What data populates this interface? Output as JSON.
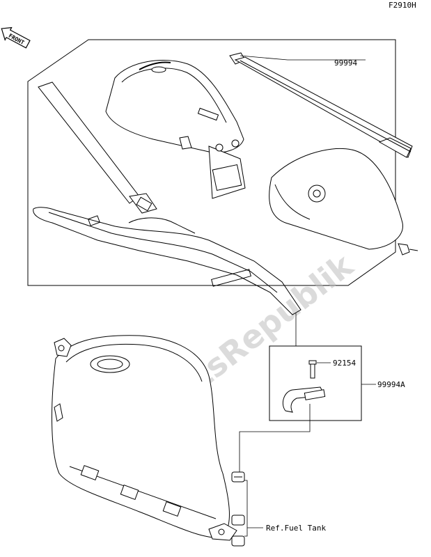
{
  "diagram_code": "F2910H",
  "front_badge": "FRONT",
  "watermark": "PartsRepublik",
  "callouts": {
    "strap": "99994",
    "bolt": "92154",
    "bracket_set": "99994A",
    "ref_fuel_tank": "Ref.Fuel Tank"
  },
  "colors": {
    "line": "#000000",
    "watermark": "#bfbfbf"
  }
}
